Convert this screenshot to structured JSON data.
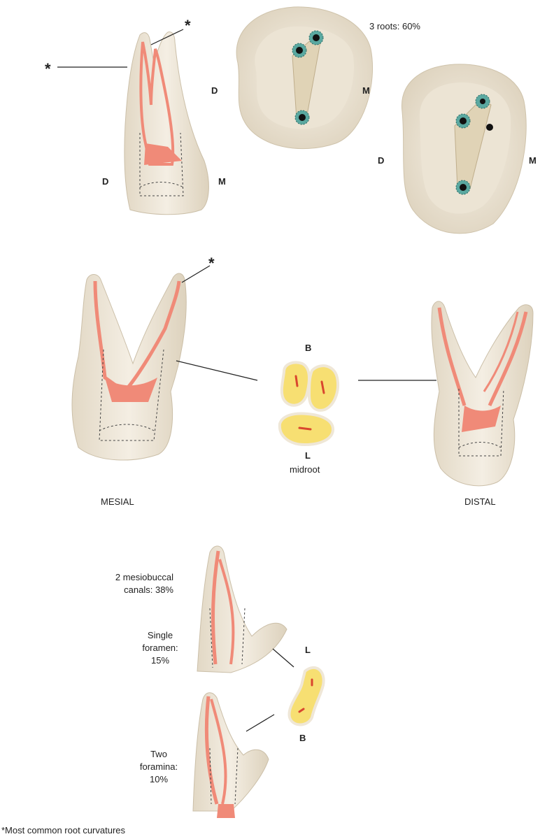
{
  "top": {
    "star_left": "*",
    "star_right": "*",
    "side_view": {
      "left": "D",
      "right": "M"
    },
    "occlusal_1": {
      "caption": "3 roots: 60%",
      "left": "D",
      "right": "M"
    },
    "occlusal_2": {
      "left": "D",
      "right": "M"
    }
  },
  "middle": {
    "star": "*",
    "cross_section": {
      "top": "B",
      "bottom": "L",
      "caption": "midroot"
    },
    "mesial_caption": "MESIAL",
    "distal_caption": "DISTAL"
  },
  "bottom": {
    "caption_1": [
      "2 mesiobuccal",
      "canals: 38%"
    ],
    "caption_2": [
      "Single",
      "foramen:",
      "15%"
    ],
    "caption_3": [
      "Two",
      "foramina:",
      "10%"
    ],
    "section": {
      "top": "L",
      "bottom": "B"
    }
  },
  "footnote": "*Most common root curvatures",
  "colors": {
    "tooth": "#efe8da",
    "pulp": "#f08a78",
    "dentin": "#e6dcc8",
    "section_fill": "#f7df72",
    "orifice": "#5aa8a0"
  }
}
